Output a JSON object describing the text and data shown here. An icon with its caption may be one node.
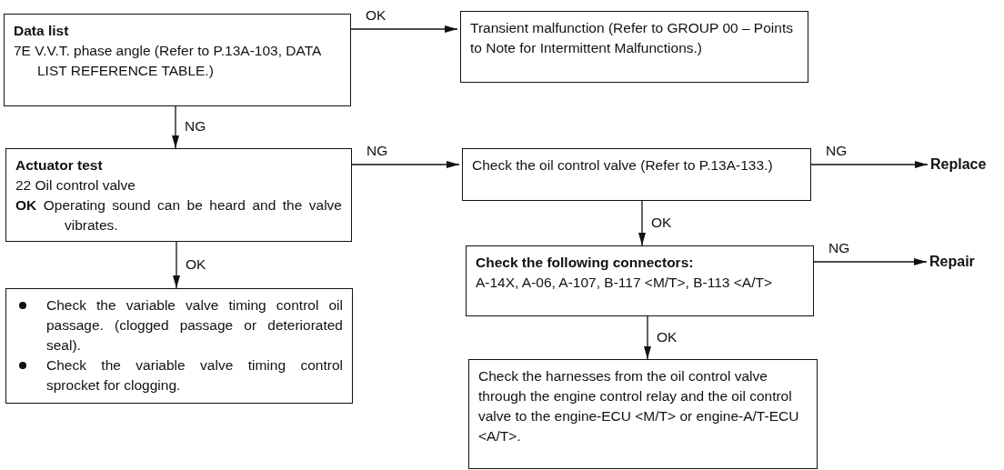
{
  "diagram": {
    "nodes": [
      {
        "text": [
          "Data list",
          "7E V.V.T. phase angle (Refer to P.13A-103, DATA LIST REFERENCE TABLE.)"
        ]
      },
      {
        "text": [
          "Transient malfunction (Refer to GROUP 00 – Points to Note for Intermittent Malfunctions.)"
        ]
      },
      {
        "text": [
          "Actuator test",
          "22 Oil control valve",
          "**OK** Operating sound can be heard and the valve vibrates."
        ]
      },
      {
        "text": [
          "Check the oil control valve (Refer to P.13A-133.)"
        ]
      },
      {
        "text": [
          "Replace"
        ]
      },
      {
        "text": [
          "Check the following connectors:",
          "A-14X, A-06, A-107, B-117 <M/T>, B-113 <A/T>"
        ]
      },
      {
        "text": [
          "Repair"
        ]
      },
      {
        "text": [
          "Check the variable valve timing control oil passage. (clogged passage or deteriorated seal).",
          "Check the variable valve timing control sprocket for clogging."
        ]
      },
      {
        "text": [
          "Check the harnesses from the oil control valve through the engine control relay and the oil control valve to the engine-ECU <M/T> or engine-A/T-ECU <A/T>."
        ]
      }
    ],
    "edges": [
      {
        "from": 0,
        "to": 1,
        "arrow": "to",
        "label": "OK"
      },
      {
        "from": 0,
        "to": 2,
        "arrow": "to",
        "label": "NG"
      },
      {
        "from": 2,
        "to": 3,
        "arrow": "to",
        "label": "NG"
      },
      {
        "from": 3,
        "to": 4,
        "arrow": "to",
        "label": "NG"
      },
      {
        "from": 2,
        "to": 7,
        "arrow": "to",
        "label": "OK"
      },
      {
        "from": 3,
        "to": 5,
        "arrow": "to",
        "label": "OK"
      },
      {
        "from": 5,
        "to": 6,
        "arrow": "to",
        "label": "NG"
      },
      {
        "from": 5,
        "to": 8,
        "arrow": "to",
        "label": "OK"
      }
    ]
  }
}
